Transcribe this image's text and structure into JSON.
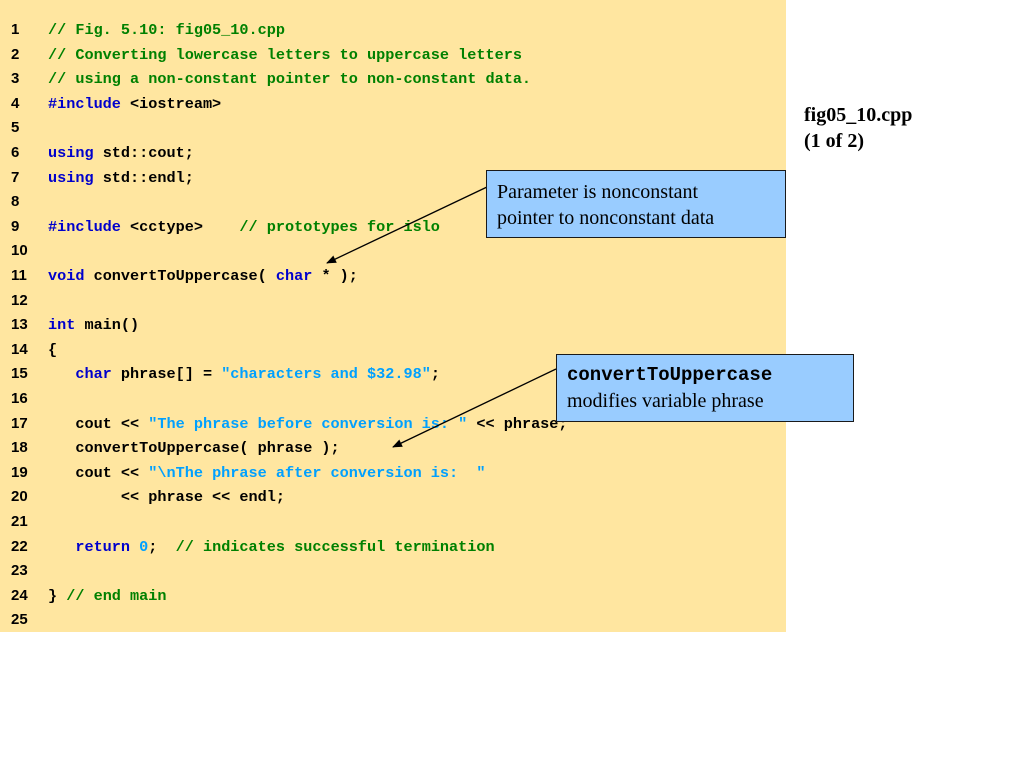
{
  "colors": {
    "code_background": "#ffe6a0",
    "comment": "#008000",
    "keyword": "#0000cc",
    "string": "#00a0ff",
    "callout_background": "#99ccff"
  },
  "side_title": {
    "file": "fig05_10.cpp",
    "page": "(1 of 2)"
  },
  "callouts": {
    "parameter": {
      "line1": "Parameter is nonconstant",
      "line2": "pointer to nonconstant data"
    },
    "convert": {
      "code": "convertToUppercase",
      "text": "modifies variable phrase"
    }
  },
  "code_lines": [
    {
      "n": "1",
      "tokens": [
        {
          "t": "comment",
          "s": "// Fig. 5.10: fig05_10.cpp"
        }
      ]
    },
    {
      "n": "2",
      "tokens": [
        {
          "t": "comment",
          "s": "// Converting lowercase letters to uppercase letters"
        }
      ]
    },
    {
      "n": "3",
      "tokens": [
        {
          "t": "comment",
          "s": "// using a non-constant pointer to non-constant data."
        }
      ]
    },
    {
      "n": "4",
      "tokens": [
        {
          "t": "keyword",
          "s": "#include"
        },
        {
          "t": "plain",
          "s": " <iostream>"
        }
      ]
    },
    {
      "n": "5",
      "tokens": []
    },
    {
      "n": "6",
      "tokens": [
        {
          "t": "keyword",
          "s": "using"
        },
        {
          "t": "plain",
          "s": " std::cout;"
        }
      ]
    },
    {
      "n": "7",
      "tokens": [
        {
          "t": "keyword",
          "s": "using"
        },
        {
          "t": "plain",
          "s": " std::endl;"
        }
      ]
    },
    {
      "n": "8",
      "tokens": []
    },
    {
      "n": "9",
      "tokens": [
        {
          "t": "keyword",
          "s": "#include"
        },
        {
          "t": "plain",
          "s": " <cctype>    "
        },
        {
          "t": "comment",
          "s": "// prototypes for islo"
        }
      ]
    },
    {
      "n": "10",
      "tokens": []
    },
    {
      "n": "11",
      "tokens": [
        {
          "t": "keyword",
          "s": "void"
        },
        {
          "t": "plain",
          "s": " convertToUppercase( "
        },
        {
          "t": "keyword",
          "s": "char"
        },
        {
          "t": "plain",
          "s": " * );"
        }
      ]
    },
    {
      "n": "12",
      "tokens": []
    },
    {
      "n": "13",
      "tokens": [
        {
          "t": "keyword",
          "s": "int"
        },
        {
          "t": "plain",
          "s": " main()"
        }
      ]
    },
    {
      "n": "14",
      "tokens": [
        {
          "t": "plain",
          "s": "{"
        }
      ]
    },
    {
      "n": "15",
      "tokens": [
        {
          "t": "plain",
          "s": "   "
        },
        {
          "t": "keyword",
          "s": "char"
        },
        {
          "t": "plain",
          "s": " phrase[] = "
        },
        {
          "t": "string",
          "s": "\"characters and $32.98\""
        },
        {
          "t": "plain",
          "s": ";"
        }
      ]
    },
    {
      "n": "16",
      "tokens": []
    },
    {
      "n": "17",
      "tokens": [
        {
          "t": "plain",
          "s": "   cout << "
        },
        {
          "t": "string",
          "s": "\"The phrase before conversion is: \""
        },
        {
          "t": "plain",
          "s": " << phrase;"
        }
      ]
    },
    {
      "n": "18",
      "tokens": [
        {
          "t": "plain",
          "s": "   convertToUppercase( phrase );"
        }
      ]
    },
    {
      "n": "19",
      "tokens": [
        {
          "t": "plain",
          "s": "   cout << "
        },
        {
          "t": "string",
          "s": "\"\\nThe phrase after conversion is:  \""
        }
      ]
    },
    {
      "n": "20",
      "tokens": [
        {
          "t": "plain",
          "s": "        << phrase << endl;"
        }
      ]
    },
    {
      "n": "21",
      "tokens": []
    },
    {
      "n": "22",
      "tokens": [
        {
          "t": "plain",
          "s": "   "
        },
        {
          "t": "keyword",
          "s": "return"
        },
        {
          "t": "plain",
          "s": " "
        },
        {
          "t": "number",
          "s": "0"
        },
        {
          "t": "plain",
          "s": ";  "
        },
        {
          "t": "comment",
          "s": "// indicates successful termination"
        }
      ]
    },
    {
      "n": "23",
      "tokens": []
    },
    {
      "n": "24",
      "tokens": [
        {
          "t": "plain",
          "s": "} "
        },
        {
          "t": "comment",
          "s": "// end main"
        }
      ]
    },
    {
      "n": "25",
      "tokens": []
    }
  ]
}
